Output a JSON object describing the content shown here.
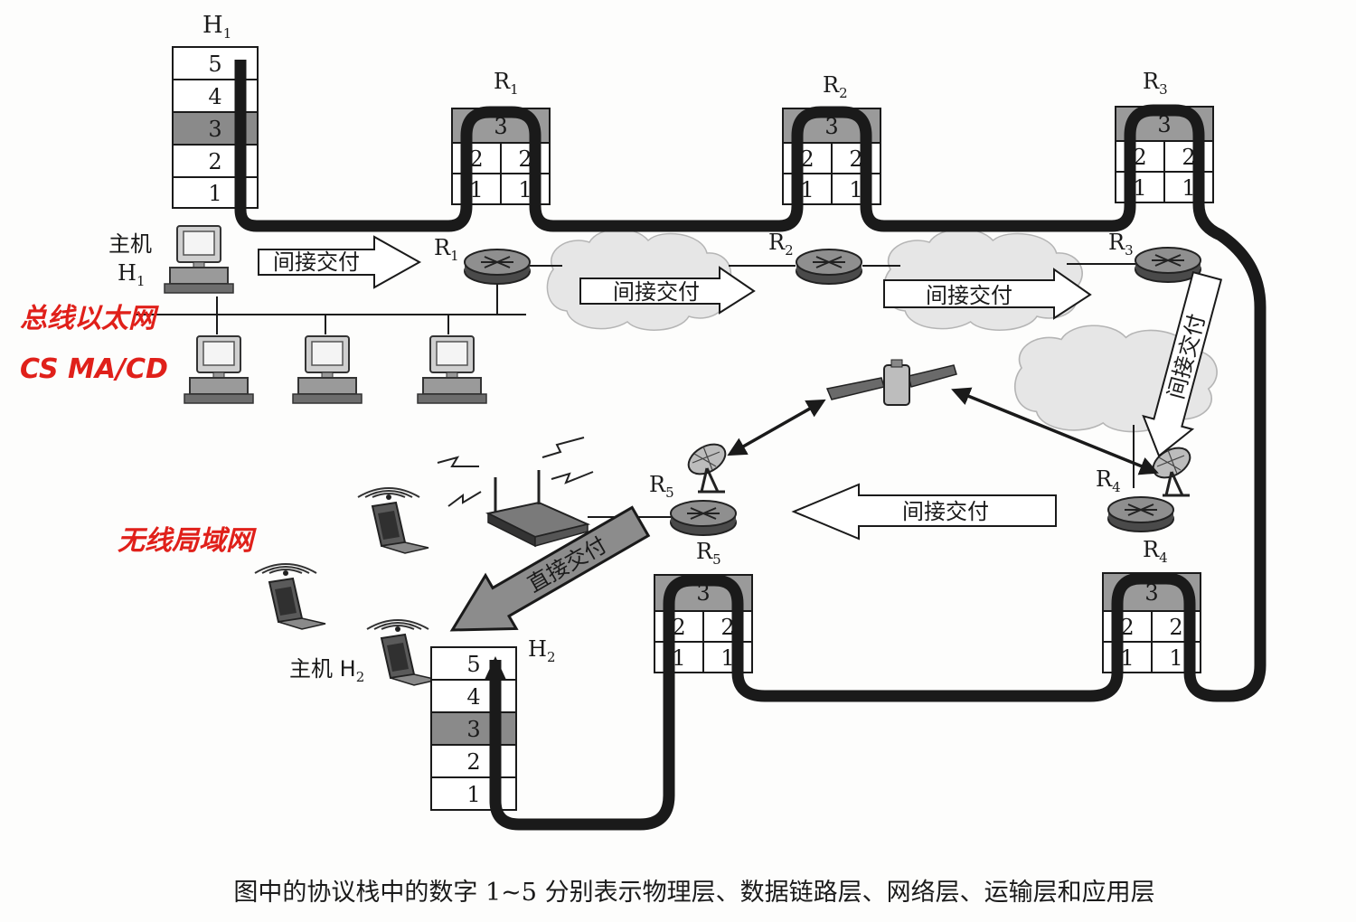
{
  "hosts": {
    "h1": {
      "top_label": "H",
      "top_sub": "1",
      "side_label": "主机",
      "side_sub_label": "H",
      "side_sub_index": "1"
    },
    "h2": {
      "side_label": "主机 H",
      "side_sub": "2",
      "stack_label": "H",
      "stack_sub": "2"
    }
  },
  "stack_layers": [
    "5",
    "4",
    "3",
    "2",
    "1"
  ],
  "router_stacks": [
    {
      "id": "r1",
      "name": "R",
      "sub": "1",
      "l3": "3",
      "l2": [
        "2",
        "2"
      ],
      "l1": [
        "1",
        "1"
      ]
    },
    {
      "id": "r2",
      "name": "R",
      "sub": "2",
      "l3": "3",
      "l2": [
        "2",
        "2"
      ],
      "l1": [
        "1",
        "1"
      ]
    },
    {
      "id": "r3",
      "name": "R",
      "sub": "3",
      "l3": "3",
      "l2": [
        "2",
        "2"
      ],
      "l1": [
        "1",
        "1"
      ]
    },
    {
      "id": "r5",
      "name": "R",
      "sub": "5",
      "l3": "3",
      "l2": [
        "2",
        "2"
      ],
      "l1": [
        "1",
        "1"
      ]
    },
    {
      "id": "r4",
      "name": "R",
      "sub": "4",
      "l3": "3",
      "l2": [
        "2",
        "2"
      ],
      "l1": [
        "1",
        "1"
      ]
    }
  ],
  "router_icons": [
    {
      "id": "r1",
      "name": "R",
      "sub": "1"
    },
    {
      "id": "r2",
      "name": "R",
      "sub": "2"
    },
    {
      "id": "r3",
      "name": "R",
      "sub": "3"
    },
    {
      "id": "r4",
      "name": "R",
      "sub": "4"
    },
    {
      "id": "r5",
      "name": "R",
      "sub": "5"
    }
  ],
  "delivery_arrows": {
    "indirect_1": "间接交付",
    "indirect_2": "间接交付",
    "indirect_3": "间接交付",
    "indirect_4": "间接交付",
    "indirect_5": "间接交付",
    "direct": "直接交付"
  },
  "annotations": {
    "bus_network": "总线以太网",
    "csma": "CS MA/CD",
    "wireless_lan": "无线局域网"
  },
  "caption": "图中的协议栈中的数字 1~5 分别表示物理层、数据链路层、网络层、运输层和应用层",
  "colors": {
    "ink": "#1a1a1a",
    "shaded_layer": "#8a8a8a",
    "router_top": "#9a9a9a",
    "annotation_red": "#e0201a",
    "cloud": "#e6e6e6"
  }
}
